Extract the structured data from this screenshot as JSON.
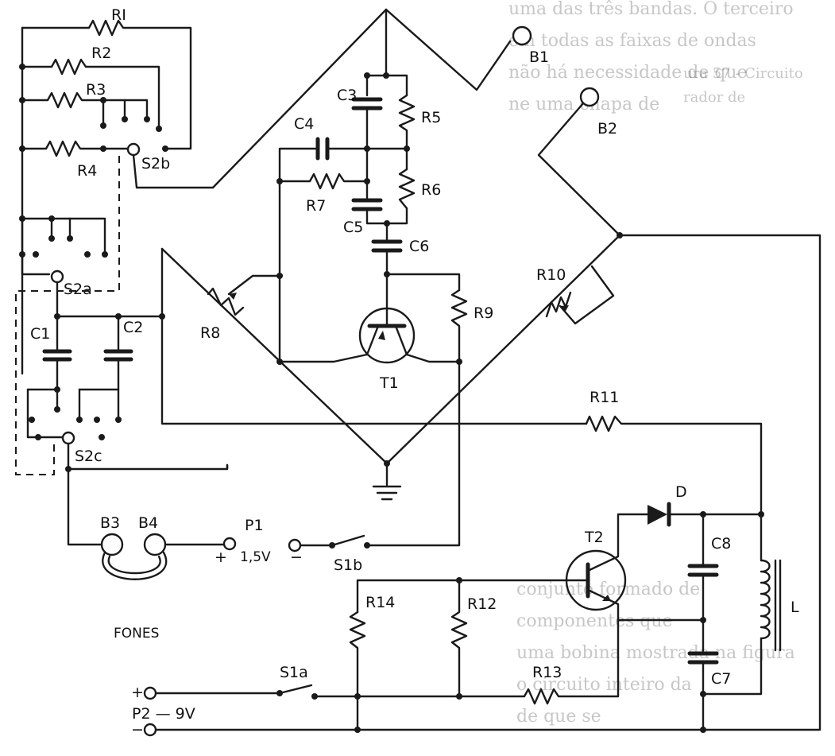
{
  "background_text": {
    "left_lines": [
      "uma das três bandas. O terceiro",
      "em todas as faixas de ondas",
      "não há necessidade de que",
      "ne uma chapa de"
    ],
    "right_lines": [
      "ura 57 - Circuito",
      "rador de"
    ],
    "bottom_lines": [
      "conjunto formado de",
      "componentes que",
      "uma bobina mostrada na figura",
      "o circuito inteiro da",
      "de que se"
    ]
  },
  "labels": {
    "r1": "RI",
    "r2": "R2",
    "r3": "R3",
    "r4": "R4",
    "r5": "R5",
    "r6": "R6",
    "r7": "R7",
    "r8": "R8",
    "r9": "R9",
    "r10": "R10",
    "r11": "R11",
    "r12": "R12",
    "r13": "R13",
    "r14": "R14",
    "c1": "C1",
    "c2": "C2",
    "c3": "C3",
    "c4": "C4",
    "c5": "C5",
    "c6": "C6",
    "c7": "C7",
    "c8": "C8",
    "t1": "T1",
    "t2": "T2",
    "d": "D",
    "l": "L",
    "b1": "B1",
    "b2": "B2",
    "b3": "B3",
    "b4": "B4",
    "s2a": "S2a",
    "s2b": "S2b",
    "s2c": "S2c",
    "s1a": "S1a",
    "s1b": "S1b",
    "p1": "P1",
    "p1_voltage": "1,5V",
    "p1_plus": "+",
    "p1_minus": "−",
    "p2": "P2 — 9V",
    "p2_plus": "+",
    "p2_minus": "−",
    "fones": "FONES"
  }
}
